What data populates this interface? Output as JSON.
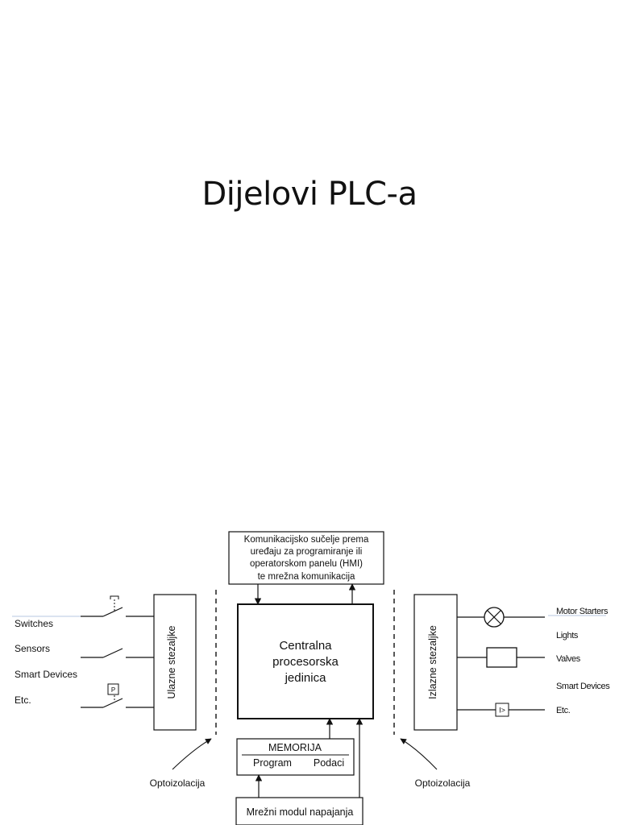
{
  "slide": {
    "title": "Dijelovi PLC-a"
  },
  "diagram": {
    "comm_box": [
      "Komunikacijsko sučelje prema",
      "uređaju za programiranje ili",
      "operatorskom panelu (HMI)",
      "te mrežna komunikacija"
    ],
    "cpu_box": [
      "Centralna",
      "procesorska",
      "jedinica"
    ],
    "input_terminal": "Ulazne stezaljke",
    "output_terminal": "Izlazne stezaljke",
    "inputs": [
      "Switches",
      "Sensors",
      "Smart Devices",
      "Etc."
    ],
    "outputs": [
      "Motor Starters",
      "Lights",
      "Valves",
      "Smart Devices",
      "Etc."
    ],
    "memory": {
      "title": "MEMORIJA",
      "program": "Program",
      "data": "Podaci"
    },
    "power_module": "Mrežni modul napajanja",
    "opto_left": "Optoizolacija",
    "opto_right": "Optoizolacija",
    "pressure_symbol": "P",
    "output_etc_symbol": "I>"
  }
}
